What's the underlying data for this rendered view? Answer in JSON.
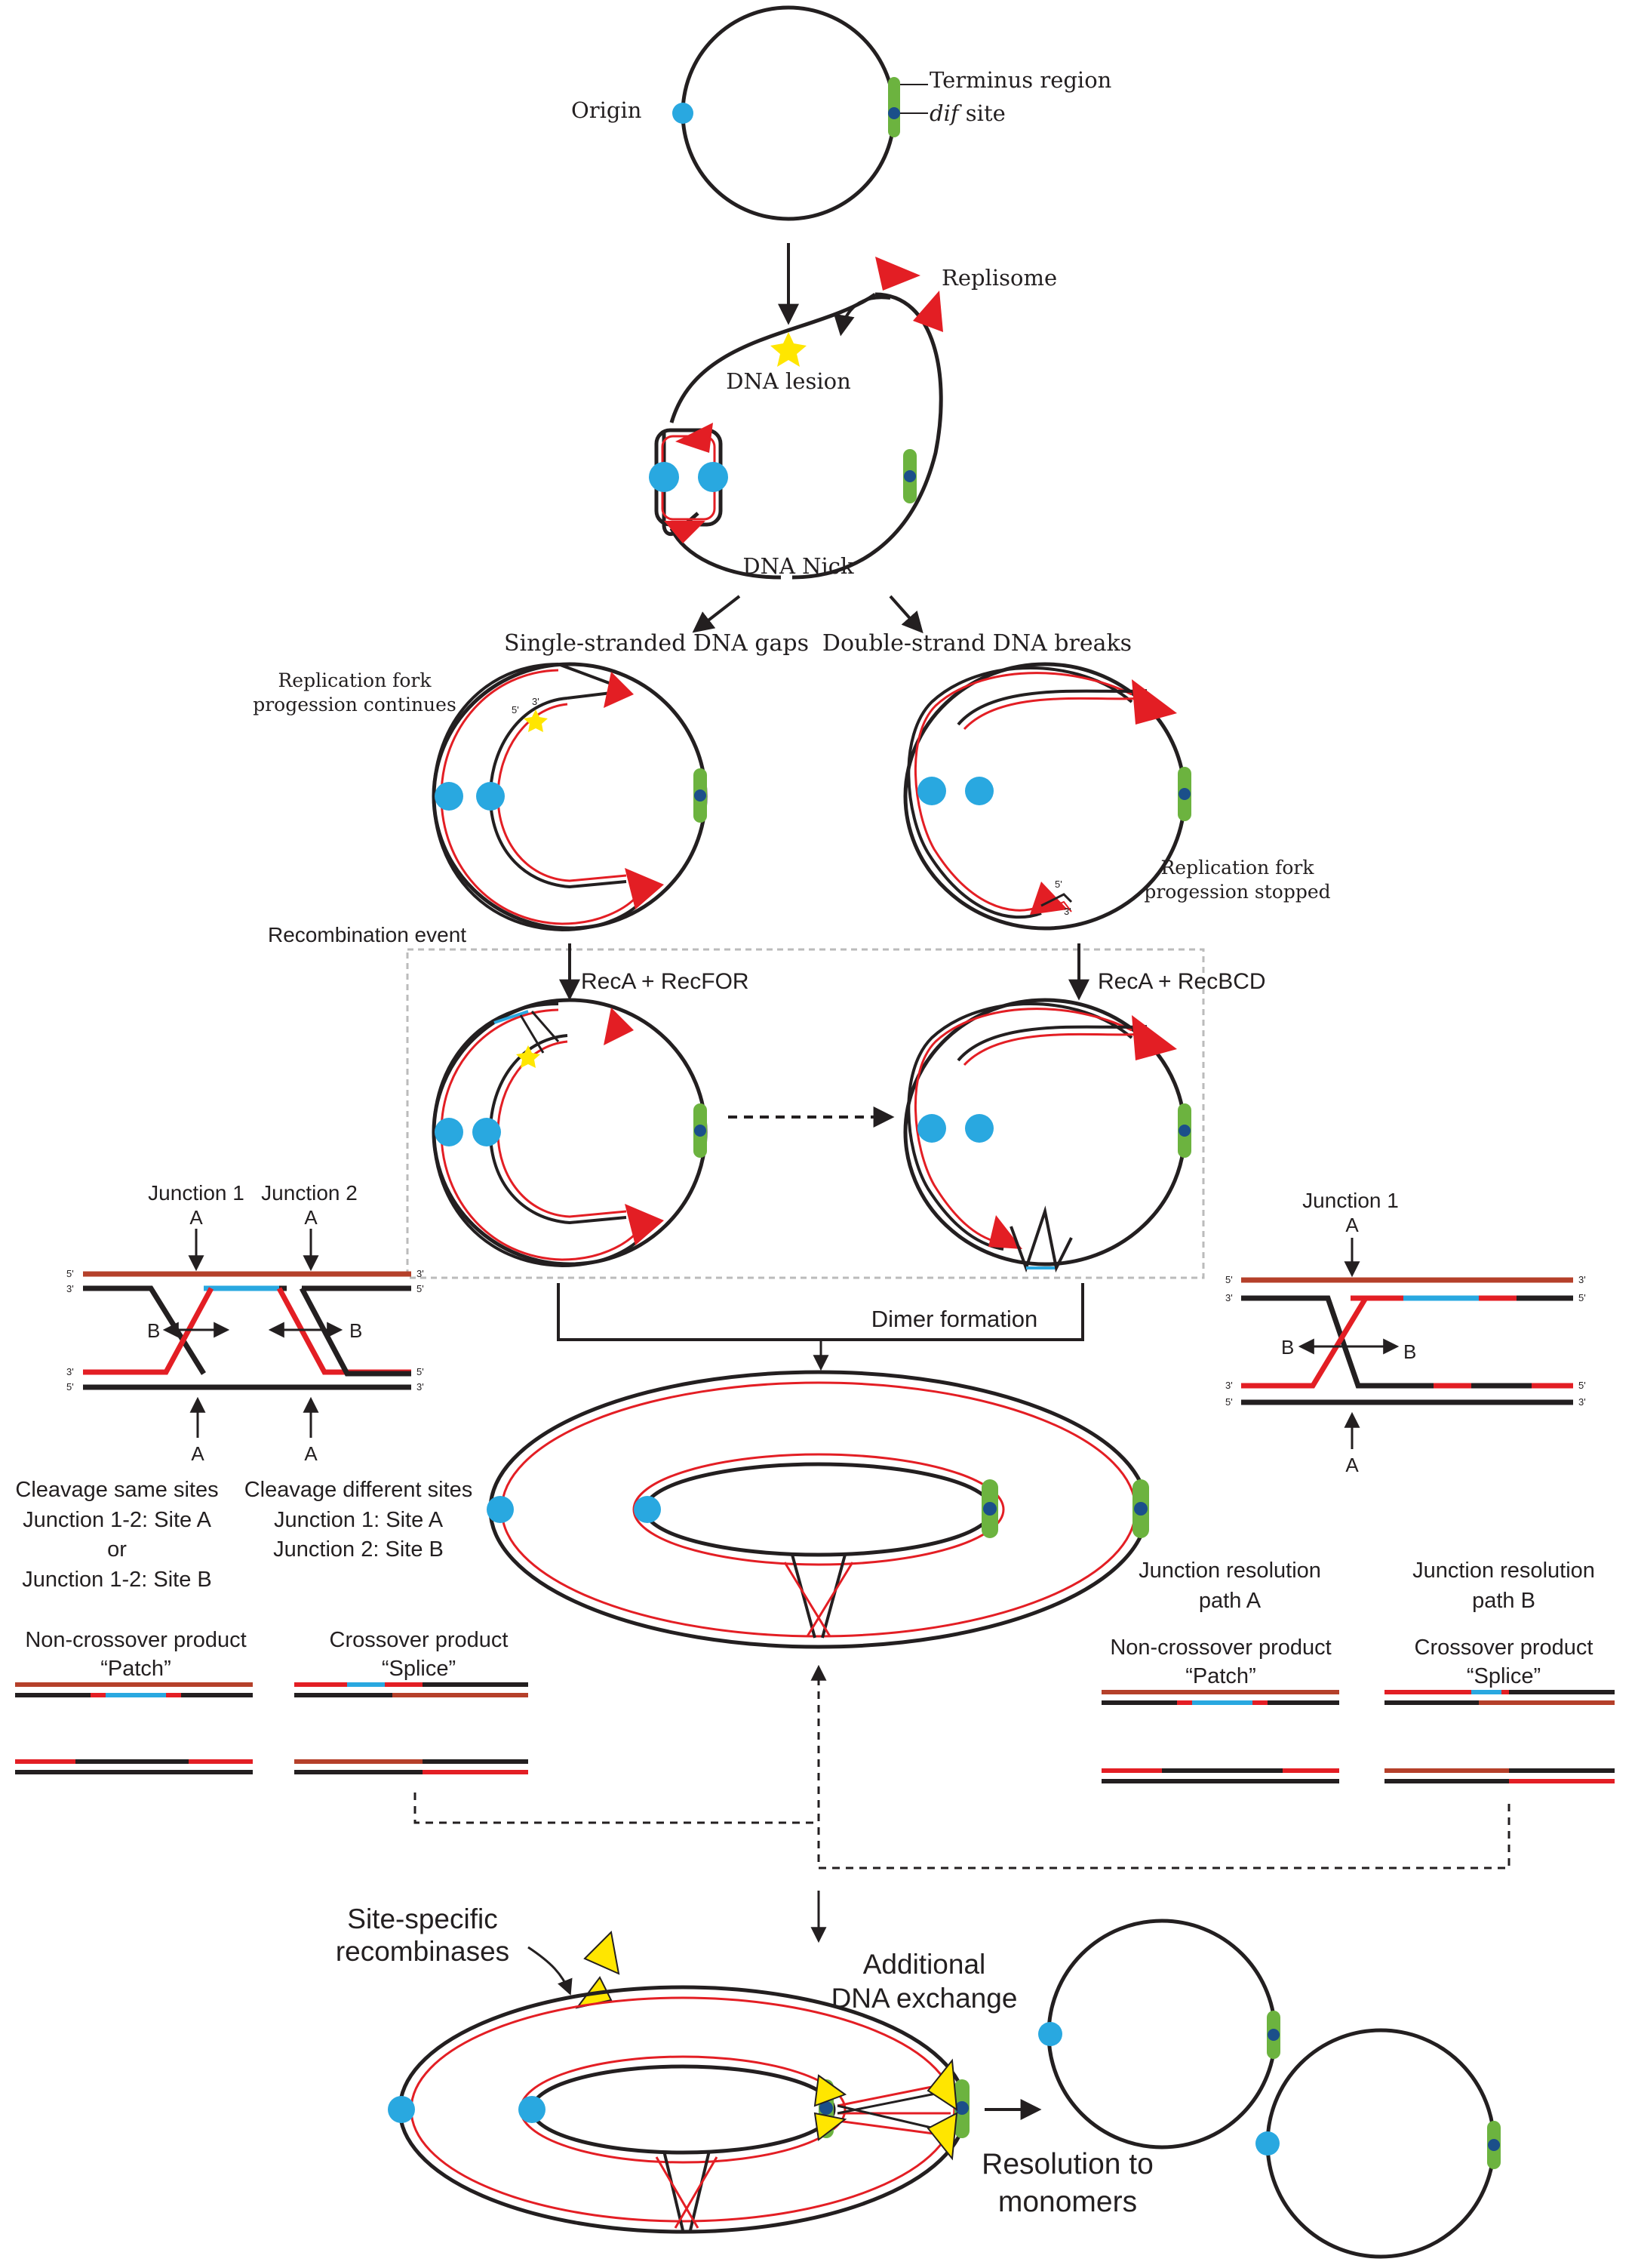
{
  "colors": {
    "black": "#231f20",
    "red": "#e31e24",
    "brown": "#b5402a",
    "blue_origin": "#29a8e0",
    "green_terminus": "#6cb33f",
    "dif": "#1b4f8a",
    "lesion": "#ffe600",
    "recombinase": "#ffe600",
    "gap_blue": "#29a8e0",
    "box": "#bbbbbb"
  },
  "icons": [
    "origin-dot",
    "terminus-bar",
    "dif-site",
    "replisome-arrowhead",
    "dna-lesion-star",
    "recombinase-triangle"
  ],
  "stage1": {
    "origin": "Origin",
    "terminus": "Terminus region",
    "dif_italic": "dif",
    "dif_rest": " site"
  },
  "stage2": {
    "replisome": "Replisome",
    "lesion": "DNA lesion",
    "nick": "DNA Nick"
  },
  "branches": {
    "ss_gaps": "Single-stranded DNA gaps",
    "ds_breaks": "Double-strand  DNA breaks",
    "fork_continues_1": "Replication fork",
    "fork_continues_2": "progession continues",
    "fork_stopped_1": "Replication fork",
    "fork_stopped_2": "progession stopped",
    "prime5": "5'",
    "prime3": "3'"
  },
  "recombination": {
    "event": "Recombination event",
    "recfor": "RecA + RecFOR",
    "recbcd": "RecA + RecBCD",
    "dimer": "Dimer formation"
  },
  "left_junction": {
    "junction1": "Junction 1",
    "junction2": "Junction  2",
    "A": "A",
    "B": "B",
    "p5": "5'",
    "p3": "3'",
    "same_1": "Cleavage same sites",
    "same_2": "Junction 1-2: Site A",
    "same_3": "or",
    "same_4": "Junction 1-2: Site B",
    "diff_1": "Cleavage different sites",
    "diff_2": "Junction 1: Site A",
    "diff_3": "Junction 2: Site B",
    "noncross_1": "Non-crossover product",
    "noncross_2": "“Patch”",
    "cross_1": "Crossover product",
    "cross_2": "“Splice”"
  },
  "right_junction": {
    "junction1": "Junction 1",
    "A": "A",
    "B": "B",
    "p5": "5'",
    "p3": "3'",
    "path_a_1": "Junction resolution",
    "path_a_2": "path A",
    "path_b_1": "Junction resolution",
    "path_b_2": "path B",
    "noncross_1": "Non-crossover product",
    "noncross_2": "“Patch”",
    "cross_1": "Crossover product",
    "cross_2": "“Splice”"
  },
  "final": {
    "recombinases_1": "Site-specific",
    "recombinases_2": "recombinases",
    "exchange_1": "Additional",
    "exchange_2": "DNA exchange",
    "resolution_1": "Resolution to",
    "resolution_2": "monomers"
  }
}
